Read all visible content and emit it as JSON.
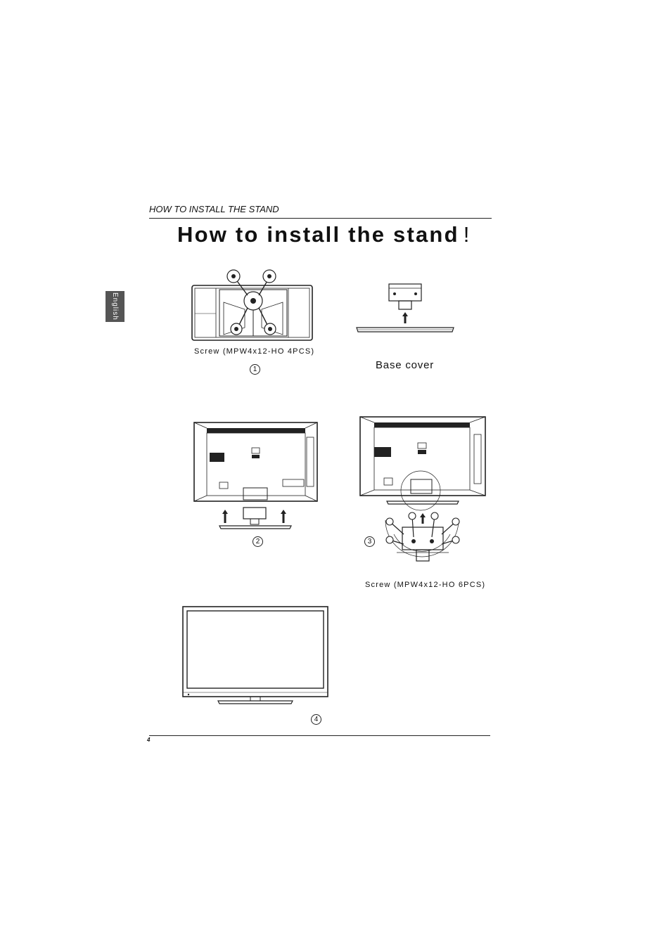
{
  "header": {
    "section_title": "HOW TO INSTALL THE STAND"
  },
  "title": {
    "text": "How to install the stand",
    "suffix": "!"
  },
  "sidebar": {
    "language_tab": "English"
  },
  "steps": [
    {
      "number": "1",
      "caption": "Screw (MPW4x12-HO 4PCS)"
    },
    {
      "label": "Base cover"
    },
    {
      "number": "2"
    },
    {
      "number": "3",
      "caption": "Screw (MPW4x12-HO 6PCS)"
    },
    {
      "number": "4"
    }
  ],
  "footer": {
    "page_number": "4"
  }
}
